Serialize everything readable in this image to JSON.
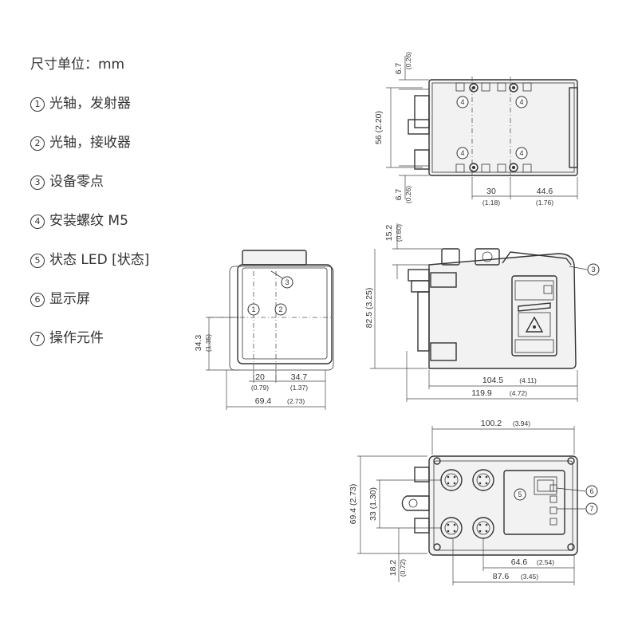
{
  "legend": {
    "unit": "尺寸单位：mm",
    "items": [
      {
        "num": "1",
        "label": "光轴，发射器"
      },
      {
        "num": "2",
        "label": "光轴，接收器"
      },
      {
        "num": "3",
        "label": "设备零点"
      },
      {
        "num": "4",
        "label": "安装螺纹 M5"
      },
      {
        "num": "5",
        "label": "状态 LED [状态]"
      },
      {
        "num": "6",
        "label": "显示屏"
      },
      {
        "num": "7",
        "label": "操作元件"
      }
    ]
  },
  "dims": {
    "top": {
      "top_gap": "6.7",
      "top_gap_in": "(0.26)",
      "height": "56 (2.20)",
      "bot_gap": "6.7",
      "bot_gap_in": "(0.26)",
      "w30": "30",
      "w30_in": "(1.18)",
      "w446": "44.6",
      "w446_in": "(1.76)"
    },
    "front": {
      "h343": "34.3",
      "h343_in": "(1.35)",
      "w20": "20",
      "w20_in": "(0.79)",
      "w347": "34.7",
      "w347_in": "(1.37)",
      "w694": "69.4",
      "w694_in": "(2.73)"
    },
    "side": {
      "h152": "15.2",
      "h152_in": "(0.60)",
      "h825": "82.5 (3.25)",
      "w1045": "104.5",
      "w1045_in": "(4.11)",
      "w1199": "119.9",
      "w1199_in": "(4.72)"
    },
    "bottom": {
      "w1002": "100.2",
      "w1002_in": "(3.94)",
      "h694": "69.4 (2.73)",
      "h33": "33 (1.30)",
      "h182": "18.2",
      "h182_in": "(0.72)",
      "w646": "64.6",
      "w646_in": "(2.54)",
      "w876": "87.6",
      "w876_in": "(3.45)"
    }
  },
  "callouts": {
    "c1": "1",
    "c2": "2",
    "c3": "3",
    "c4": "4",
    "c5": "5",
    "c6": "6",
    "c7": "7"
  }
}
